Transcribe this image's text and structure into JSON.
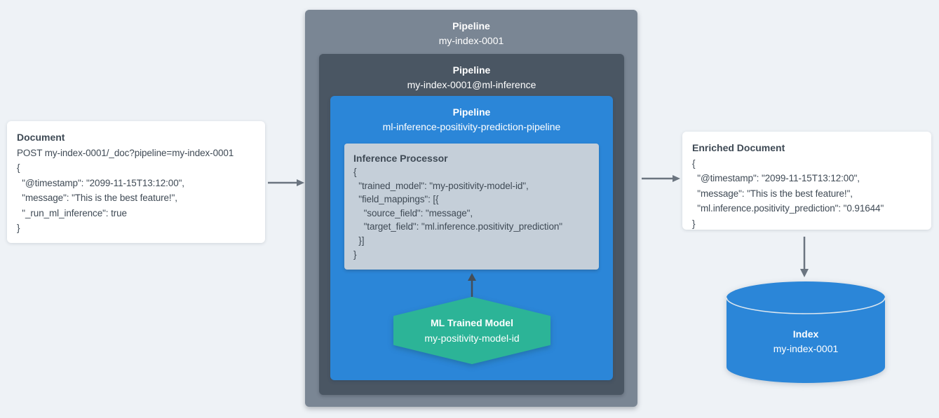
{
  "colors": {
    "background": "#eef2f6",
    "card_bg": "#ffffff",
    "outer_pipeline_bg": "#7a8694",
    "ml_inference_pipeline_bg": "#4a5663",
    "inner_pipeline_bg": "#2b86d8",
    "processor_bg": "#c5cfd9",
    "model_bg": "#2cb497",
    "index_bg": "#2b86d8",
    "arrow": "#6b7580",
    "arrow_dark": "#454e58",
    "text_dark": "#3f4a55",
    "text_light": "#ffffff"
  },
  "document_card": {
    "title": "Document",
    "lines": [
      "POST my-index-0001/_doc?pipeline=my-index-0001",
      "{",
      "  \"@timestamp\": \"2099-11-15T13:12:00\",",
      "  \"message\": \"This is the best feature!\",",
      "  \"_run_ml_inference\": true",
      "}"
    ]
  },
  "pipelines": {
    "outer": {
      "label": "Pipeline",
      "name": "my-index-0001"
    },
    "ml_inference": {
      "label": "Pipeline",
      "name": "my-index-0001@ml-inference"
    },
    "inner": {
      "label": "Pipeline",
      "name": "ml-inference-positivity-prediction-pipeline"
    }
  },
  "inference_processor": {
    "title": "Inference Processor",
    "lines": [
      "{",
      "  \"trained_model\": \"my-positivity-model-id\",",
      "  \"field_mappings\": [{",
      "    \"source_field\": \"message\",",
      "    \"target_field\": \"ml.inference.positivity_prediction\"",
      "  }]",
      "}"
    ]
  },
  "ml_trained_model": {
    "title": "ML Trained Model",
    "name": "my-positivity-model-id"
  },
  "enriched_document_card": {
    "title": "Enriched Document",
    "lines": [
      "{",
      "  \"@timestamp\": \"2099-11-15T13:12:00\",",
      "  \"message\": \"This is the best feature!\",",
      "  \"ml.inference.positivity_prediction\": \"0.91644\"",
      "}"
    ]
  },
  "index": {
    "title": "Index",
    "name": "my-index-0001"
  }
}
